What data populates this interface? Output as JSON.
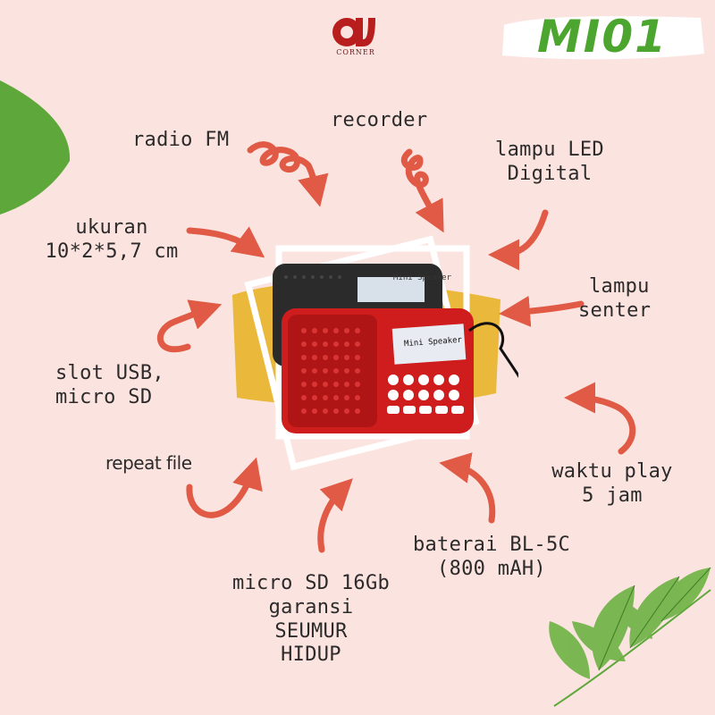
{
  "colors": {
    "background": "#fbe4e0",
    "title": "#4ca52e",
    "arrow": "#e05a45",
    "leaf": "#5ea73a",
    "accent_yellow": "#e8b228"
  },
  "brand": {
    "logo_letters": "aJ",
    "logo_sub": "CORNER"
  },
  "title": "MI01",
  "product": {
    "screen_label": "Mini Speaker"
  },
  "features": {
    "radio": "radio FM",
    "recorder": "recorder",
    "led_line1": "lampu LED",
    "led_line2": "Digital",
    "size_line1": "ukuran",
    "size_line2": "10*2*5,7 cm",
    "flash_line1": "lampu",
    "flash_line2": "senter",
    "usb_line1": "slot USB,",
    "usb_line2": "micro SD",
    "repeat": "repeat file",
    "play_line1": "waktu play",
    "play_line2": "5 jam",
    "battery_line1": "baterai BL-5C",
    "battery_line2": "(800 mAH)",
    "warranty_line1": "micro SD 16Gb",
    "warranty_line2": "garansi",
    "warranty_line3": "SEUMUR",
    "warranty_line4": "HIDUP"
  },
  "icons": {
    "logo": "aj-corner-logo-icon",
    "leaf_top": "leaf-corner-icon",
    "leaves_bottom": "leaves-branch-icon"
  }
}
